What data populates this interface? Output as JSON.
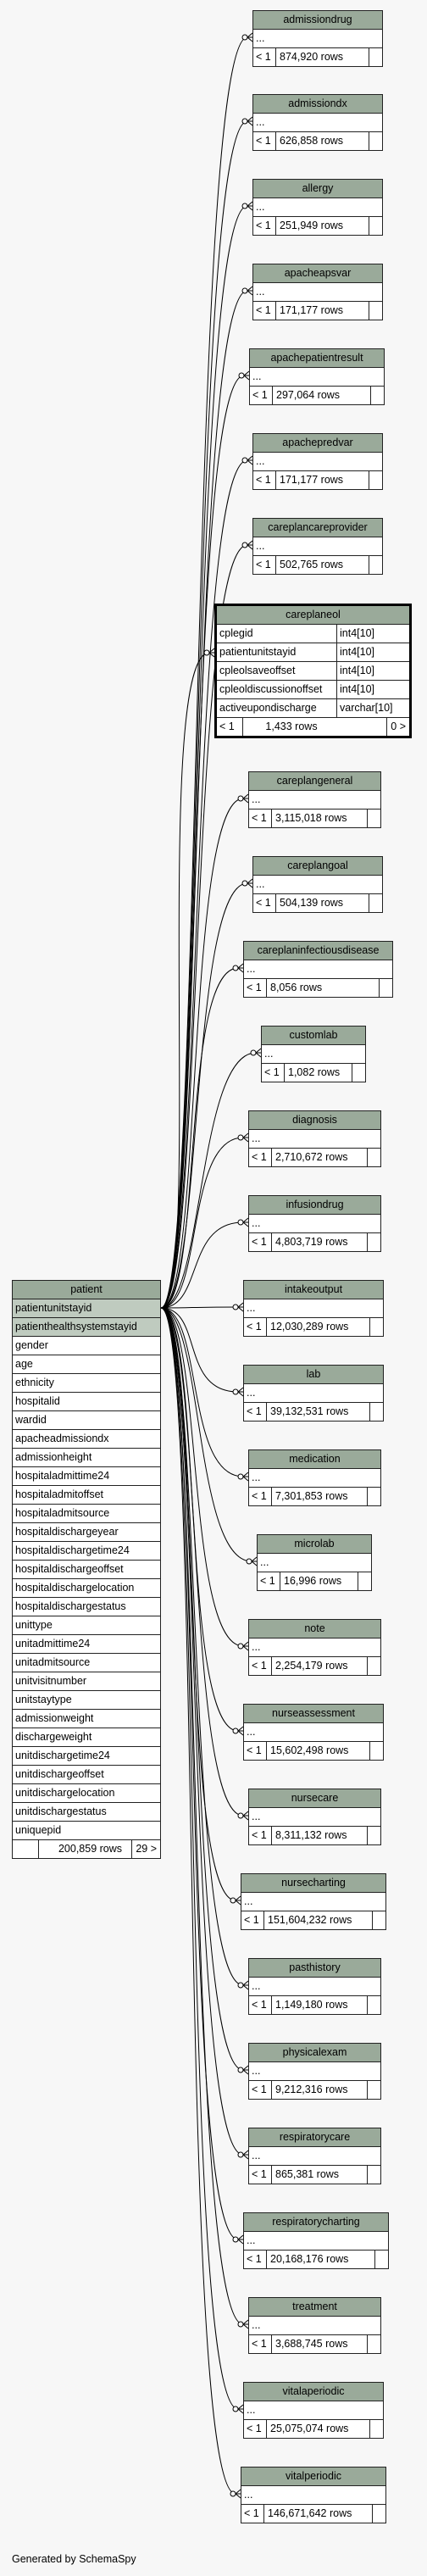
{
  "patient": {
    "name": "patient",
    "pk_columns": [
      "patientunitstayid",
      "patienthealthsystemstayid"
    ],
    "columns": [
      "gender",
      "age",
      "ethnicity",
      "hospitalid",
      "wardid",
      "apacheadmissiondx",
      "admissionheight",
      "hospitaladmittime24",
      "hospitaladmitoffset",
      "hospitaladmitsource",
      "hospitaldischargeyear",
      "hospitaldischargetime24",
      "hospitaldischargeoffset",
      "hospitaldischargelocation",
      "hospitaldischargestatus",
      "unittype",
      "unitadmittime24",
      "unitadmitsource",
      "unitvisitnumber",
      "unitstaytype",
      "admissionweight",
      "dischargeweight",
      "unitdischargetime24",
      "unitdischargeoffset",
      "unitdischargelocation",
      "unitdischargestatus",
      "uniquepid"
    ],
    "rows": "200,859 rows",
    "children": "29 >"
  },
  "focus_table": {
    "name": "careplaneol",
    "columns": [
      {
        "name": "cplegid",
        "type": "int4[10]"
      },
      {
        "name": "patientunitstayid",
        "type": "int4[10]"
      },
      {
        "name": "cpleolsaveoffset",
        "type": "int4[10]"
      },
      {
        "name": "cpleoldiscussionoffset",
        "type": "int4[10]"
      },
      {
        "name": "activeupondischarge",
        "type": "varchar[10]"
      }
    ],
    "lt": "< 1",
    "rows": "1,433 rows",
    "children": "0 >"
  },
  "tables": [
    {
      "name": "admissiondrug",
      "dots": "...",
      "lt": "< 1",
      "rows": "874,920 rows"
    },
    {
      "name": "admissiondx",
      "dots": "...",
      "lt": "< 1",
      "rows": "626,858 rows"
    },
    {
      "name": "allergy",
      "dots": "...",
      "lt": "< 1",
      "rows": "251,949 rows"
    },
    {
      "name": "apacheapsvar",
      "dots": "...",
      "lt": "< 1",
      "rows": "171,177 rows"
    },
    {
      "name": "apachepatientresult",
      "dots": "...",
      "lt": "< 1",
      "rows": "297,064 rows"
    },
    {
      "name": "apachepredvar",
      "dots": "...",
      "lt": "< 1",
      "rows": "171,177 rows"
    },
    {
      "name": "careplancareprovider",
      "dots": "...",
      "lt": "< 1",
      "rows": "502,765 rows"
    },
    {
      "name": "careplangeneral",
      "dots": "...",
      "lt": "< 1",
      "rows": "3,115,018 rows"
    },
    {
      "name": "careplangoal",
      "dots": "...",
      "lt": "< 1",
      "rows": "504,139 rows"
    },
    {
      "name": "careplaninfectiousdisease",
      "dots": "...",
      "lt": "< 1",
      "rows": "8,056 rows"
    },
    {
      "name": "customlab",
      "dots": "...",
      "lt": "< 1",
      "rows": "1,082 rows"
    },
    {
      "name": "diagnosis",
      "dots": "...",
      "lt": "< 1",
      "rows": "2,710,672 rows"
    },
    {
      "name": "infusiondrug",
      "dots": "...",
      "lt": "< 1",
      "rows": "4,803,719 rows"
    },
    {
      "name": "intakeoutput",
      "dots": "...",
      "lt": "< 1",
      "rows": "12,030,289 rows"
    },
    {
      "name": "lab",
      "dots": "...",
      "lt": "< 1",
      "rows": "39,132,531 rows"
    },
    {
      "name": "medication",
      "dots": "...",
      "lt": "< 1",
      "rows": "7,301,853 rows"
    },
    {
      "name": "microlab",
      "dots": "...",
      "lt": "< 1",
      "rows": "16,996 rows"
    },
    {
      "name": "note",
      "dots": "...",
      "lt": "< 1",
      "rows": "2,254,179 rows"
    },
    {
      "name": "nurseassessment",
      "dots": "...",
      "lt": "< 1",
      "rows": "15,602,498 rows"
    },
    {
      "name": "nursecare",
      "dots": "...",
      "lt": "< 1",
      "rows": "8,311,132 rows"
    },
    {
      "name": "nursecharting",
      "dots": "...",
      "lt": "< 1",
      "rows": "151,604,232 rows"
    },
    {
      "name": "pasthistory",
      "dots": "...",
      "lt": "< 1",
      "rows": "1,149,180 rows"
    },
    {
      "name": "physicalexam",
      "dots": "...",
      "lt": "< 1",
      "rows": "9,212,316 rows"
    },
    {
      "name": "respiratorycare",
      "dots": "...",
      "lt": "< 1",
      "rows": "865,381 rows"
    },
    {
      "name": "respiratorycharting",
      "dots": "...",
      "lt": "< 1",
      "rows": "20,168,176 rows"
    },
    {
      "name": "treatment",
      "dots": "...",
      "lt": "< 1",
      "rows": "3,688,745 rows"
    },
    {
      "name": "vitalaperiodic",
      "dots": "...",
      "lt": "< 1",
      "rows": "25,075,074 rows"
    },
    {
      "name": "vitalperiodic",
      "dots": "...",
      "lt": "< 1",
      "rows": "146,671,642 rows"
    }
  ],
  "footer": "Generated by SchemaSpy",
  "colors": {
    "header": "#9aaa9a",
    "primary_key": "#bfcbbf",
    "background": "#f7f7f7"
  }
}
